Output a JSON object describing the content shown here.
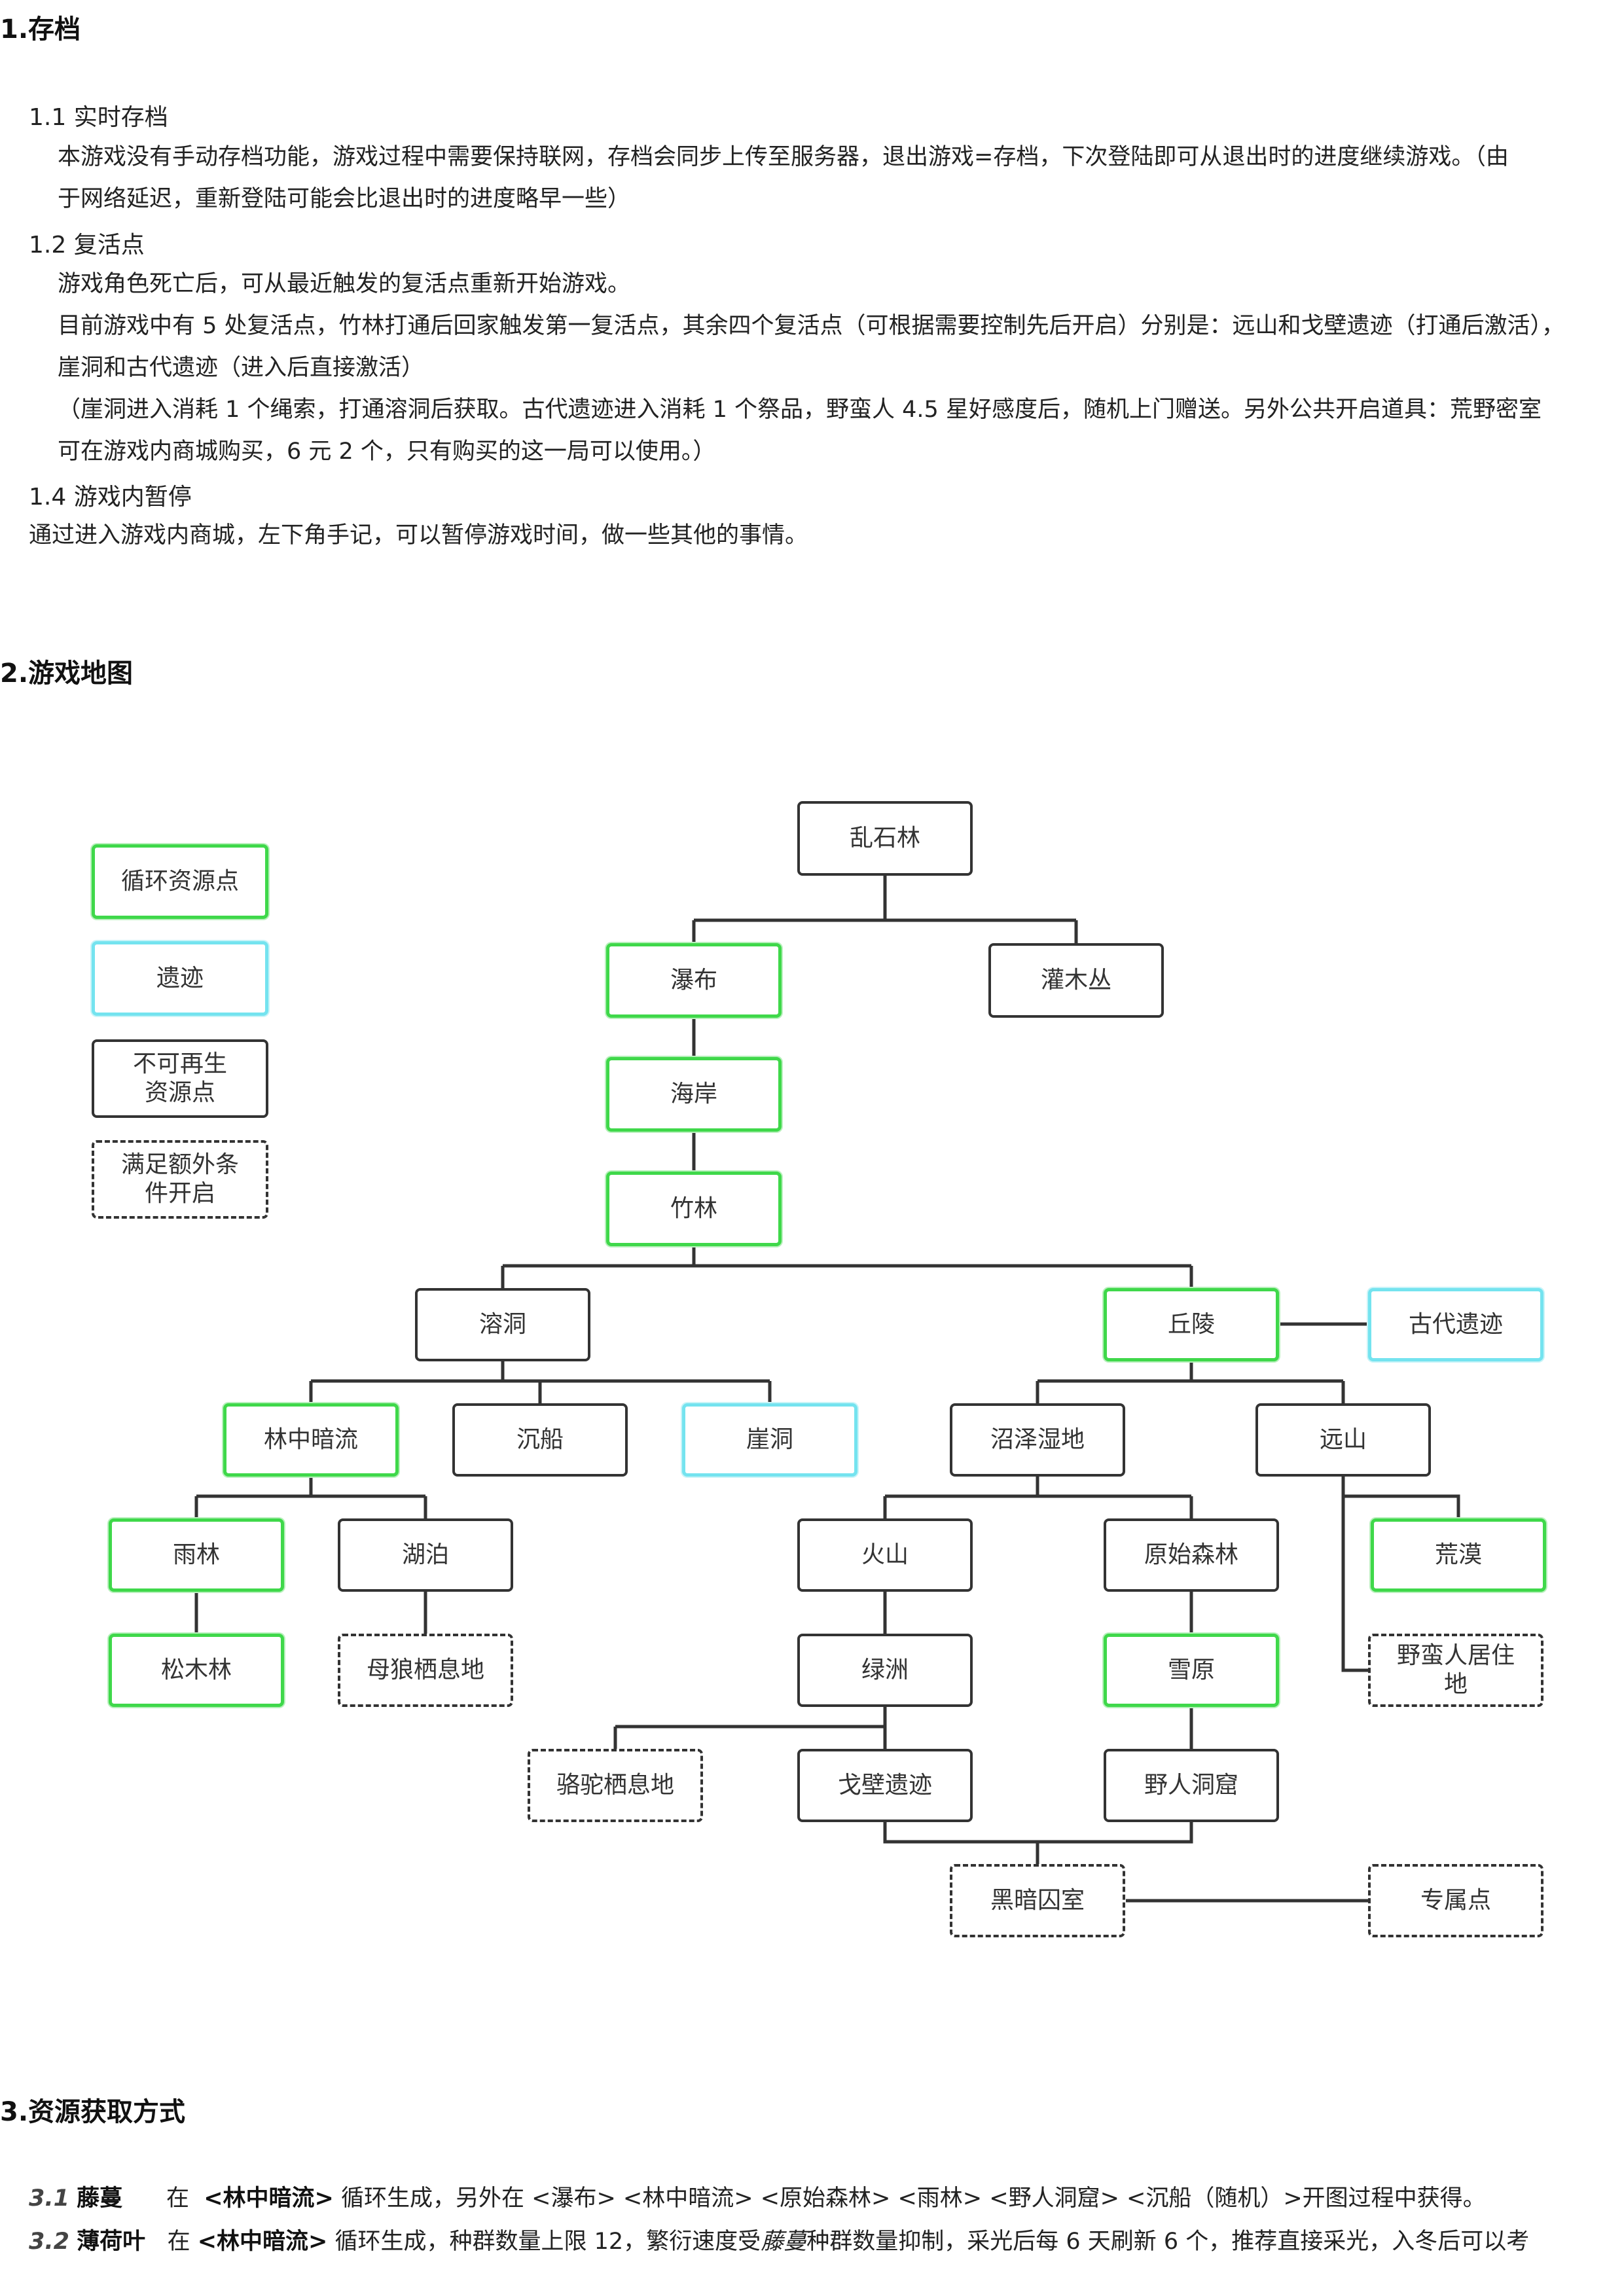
{
  "section1": {
    "title": "1.存档",
    "s1_1": "1.1 实时存档",
    "s1_1_text_a": "本游戏没有手动存档功能，游戏过程中需要保持联网，存档会同步上传至服务器，退出游戏=存档，下次登陆即可从退出时的进度继续游戏。（由",
    "s1_1_text_b": "于网络延迟，重新登陆可能会比退出时的进度略早一些）",
    "s1_2": "1.2 复活点",
    "s1_2_text_a": "游戏角色死亡后，可从最近触发的复活点重新开始游戏。",
    "s1_2_text_b": "目前游戏中有 5 处复活点，竹林打通后回家触发第一复活点，其余四个复活点（可根据需要控制先后开启）分别是：远山和戈壁遗迹（打通后激活），",
    "s1_2_text_c": "崖洞和古代遗迹（进入后直接激活）",
    "s1_2_text_d": "（崖洞进入消耗 1 个绳索，打通溶洞后获取。古代遗迹进入消耗 1 个祭品，野蛮人 4.5 星好感度后，随机上门赠送。另外公共开启道具：荒野密室",
    "s1_2_text_e": "可在游戏内商城购买，6 元 2 个，只有购买的这一局可以使用。）",
    "s1_4": "1.4 游戏内暂停",
    "s1_4_text": "通过进入游戏内商城，左下角手记，可以暂停游戏时间，做一些其他的事情。"
  },
  "section2": {
    "title": "2.游戏地图",
    "legend": {
      "cyclic": "循环资源点",
      "ruin": "遗迹",
      "nonrenew_a": "不可再生",
      "nonrenew_b": "资源点",
      "extra_a": "满足额外条",
      "extra_b": "件开启"
    },
    "nodes": {
      "luanshilin": "乱石林",
      "pubu": "瀑布",
      "guanmucong": "灌木丛",
      "haian": "海岸",
      "zhulin": "竹林",
      "rongdong": "溶洞",
      "qiuling": "丘陵",
      "gudaiyiji": "古代遗迹",
      "linzhonganliu": "林中暗流",
      "chenchuan": "沉船",
      "yadong": "崖洞",
      "zhaoze": "沼泽湿地",
      "yuanshan": "远山",
      "yulin": "雨林",
      "hupo": "湖泊",
      "huoshan": "火山",
      "yuanshisenlin": "原始森林",
      "huangmo": "荒漠",
      "songmulin": "松木林",
      "mulang": "母狼栖息地",
      "lvzhou": "绿洲",
      "xueyuan": "雪原",
      "yemanren_a": "野蛮人居住",
      "yemanren_b": "地",
      "luotuo": "骆驼栖息地",
      "gebiyiji": "戈壁遗迹",
      "yerendongku": "野人洞窟",
      "heianqiushi": "黑暗囚室",
      "zhuanshudian": "专属点"
    },
    "colors": {
      "cyclic": "#3fd84a",
      "ruin": "#74e3ef",
      "line": "#333333"
    }
  },
  "section3": {
    "title": "3.资源获取方式",
    "r1_num": "3.1",
    "r1_name": "藤蔓",
    "r1_in": "在",
    "r1_place": "<林中暗流>",
    "r1_text": "循环生成，另外在 <瀑布> <林中暗流> <原始森林> <雨林> <野人洞窟> <沉船（随机）>开图过程中获得。",
    "r2_num": "3.2",
    "r2_name": "薄荷叶",
    "r2_in": "在",
    "r2_place": "<林中暗流>",
    "r2_text_a": "循环生成，种群数量上限 12，繁衍速度受",
    "r2_text_em": "藤蔓",
    "r2_text_b": "种群数量抑制，采光后每 6 天刷新 6 个，推荐直接采光，入冬后可以考"
  }
}
